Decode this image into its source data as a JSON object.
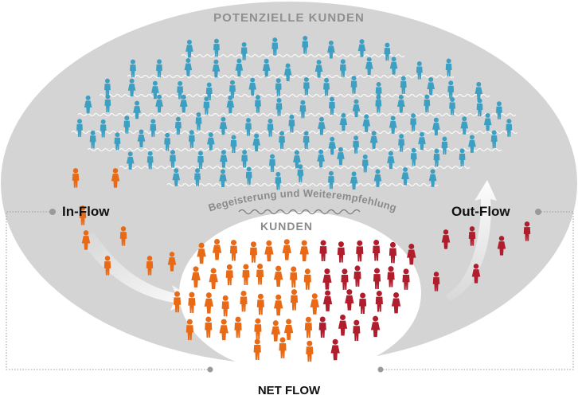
{
  "labels": {
    "potential_customers": "POTENZIELLE KUNDEN",
    "customers": "KUNDEN",
    "word_of_mouth": "Begeisterung und Weiterempfehlung",
    "in_flow": "In-Flow",
    "out_flow": "Out-Flow",
    "net_flow": "NET FLOW"
  },
  "colors": {
    "outer_ellipse": "#d4d4d4",
    "inner_ellipse": "#ffffff",
    "potential_people": "#3d9fc2",
    "inflow_people": "#e86a17",
    "churn_people": "#b01d2c",
    "label_gray": "#8a8a8a",
    "dotted_line": "#9a9a9a"
  },
  "icons": [
    "person-icon",
    "wave-line",
    "flow-arrow"
  ]
}
